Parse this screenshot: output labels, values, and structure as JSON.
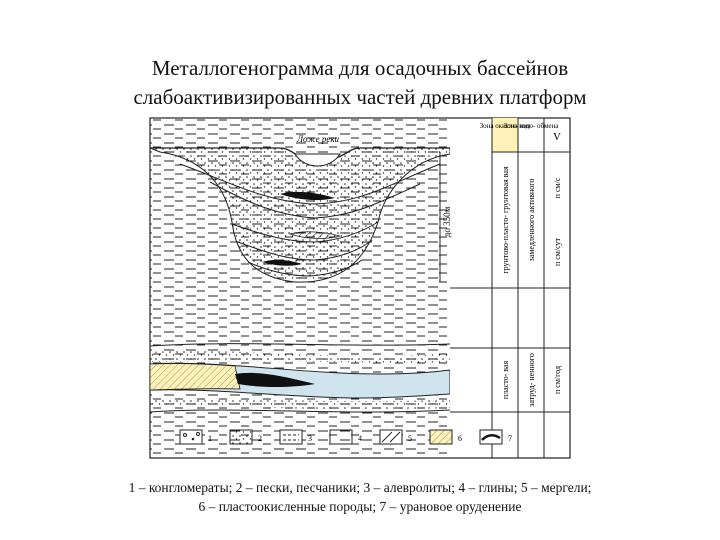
{
  "title": {
    "line1": "Металлогенограмма для осадочных бассейнов",
    "line2": "слабоактивизированных частей древних платформ"
  },
  "diagram": {
    "riverbed_label": "Ложе реки",
    "depth_label": "до 350м",
    "header": {
      "col1": "Зона окисле- ния",
      "col2": "Зона водо- обмена",
      "col3": "V"
    },
    "upper_zone": {
      "oxidation": "грунтово-пласто- грунтовая вая",
      "exchange": "замедленного активного",
      "velocity_top": "п см/с",
      "velocity_bottom": "п см/сут"
    },
    "lower_zone": {
      "oxidation": "пласто- вая",
      "exchange": "затруд- ненного",
      "velocity": "п см/год"
    },
    "legend": [
      "1",
      "2",
      "3",
      "4",
      "5",
      "6",
      "7"
    ],
    "colors": {
      "oxidation_zone": "#fff2b8",
      "aquifer": "#cfe4ef",
      "ore": "#111111"
    }
  },
  "caption": {
    "line1": "1 – конгломераты; 2 – пески, песчаники; 3 – алевролиты; 4 – глины; 5 – мергели;",
    "line2": "6 – пластоокисленные породы; 7 – урановое оруденение"
  }
}
